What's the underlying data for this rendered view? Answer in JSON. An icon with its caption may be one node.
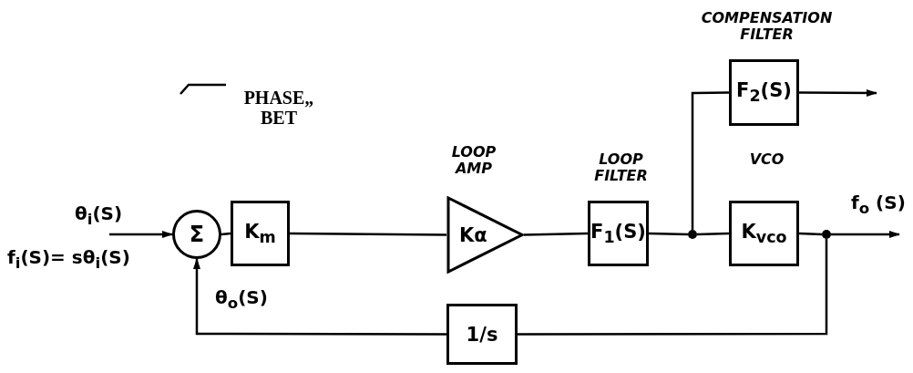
{
  "diagram": {
    "nodes": [
      {
        "text": [
          "Σ"
        ]
      },
      {
        "text": [
          "K$_{m}$"
        ]
      },
      {
        "text": [
          "LOOP AMP",
          "Kα"
        ]
      },
      {
        "text": [
          "LOOP FILTER",
          "F$_{1}$(S)"
        ]
      },
      {
        "text": [],
        "shape": "circle"
      },
      {
        "text": [
          "COMPENSATION FILTER",
          "F$_{2}$(S)"
        ]
      },
      {
        "text": [
          "VCO",
          "K$_{vco}$"
        ]
      },
      {
        "text": [],
        "shape": "circle"
      },
      {
        "text": [
          "1/s"
        ]
      }
    ],
    "edges": [
      {
        "from": null,
        "to": 0,
        "arrow": "to"
      },
      {
        "from": 0,
        "to": 1,
        "arrow": "none"
      },
      {
        "from": 1,
        "to": 2,
        "arrow": "none"
      },
      {
        "from": 2,
        "to": 3,
        "arrow": "none"
      },
      {
        "from": 3,
        "to": 4,
        "arrow": "none"
      },
      {
        "from": 4,
        "to": 5,
        "arrow": "none"
      },
      {
        "from": 4,
        "to": 6,
        "arrow": "none"
      },
      {
        "from": 6,
        "to": 7,
        "arrow": "none"
      },
      {
        "from": 5,
        "to": null,
        "arrow": "to"
      },
      {
        "from": 7,
        "to": null,
        "arrow": "to"
      },
      {
        "from": 7,
        "to": 8,
        "arrow": "none"
      },
      {
        "from": 8,
        "to": 0,
        "arrow": "to"
      }
    ],
    "labels": [
      "PHASE„ BET",
      "θ$_{i}$(S)",
      "f$_{i}$(S)= sθ$_{i}$(S)",
      "θ$_{o}$(S)",
      "f$_{o}$ (S)"
    ]
  }
}
